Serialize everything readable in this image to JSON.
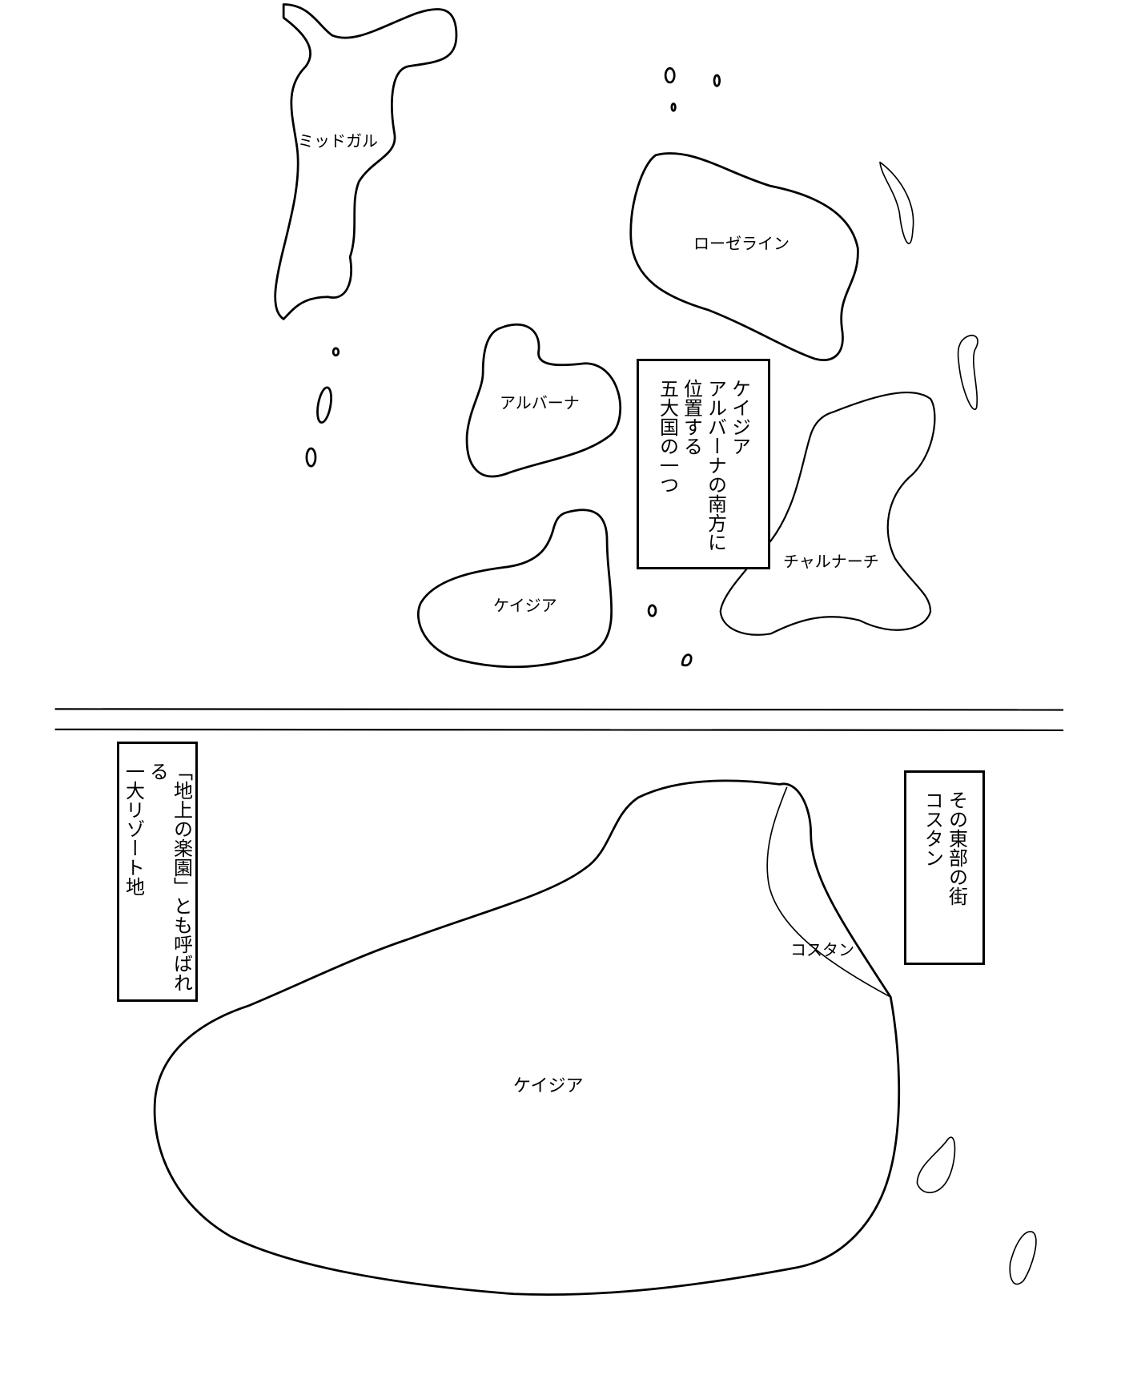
{
  "panel_top": {
    "labels": {
      "midgar": "ミッドガル",
      "roseline": "ローゼライン",
      "albana": "アルバーナ",
      "keizia": "ケイジア",
      "charnachi": "チャルナーチ"
    },
    "caption": [
      "ケイジア",
      "アルバーナの南方に",
      "位置する",
      "五大国の一つ"
    ]
  },
  "panel_bottom": {
    "labels": {
      "keizia": "ケイジア",
      "costan": "コスタン"
    },
    "caption_left": [
      "「地上の楽園」とも呼ばれる",
      "一大リゾート地"
    ],
    "caption_right": [
      "コスタン",
      "その東部の街"
    ]
  }
}
